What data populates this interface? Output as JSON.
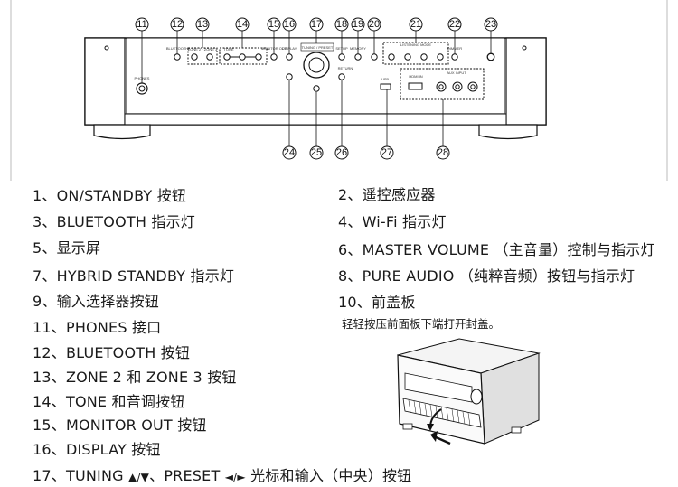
{
  "diagram": {
    "callouts": [
      "11",
      "12",
      "13",
      "14",
      "15",
      "16",
      "17",
      "18",
      "19",
      "20",
      "21",
      "22",
      "23",
      "24",
      "25",
      "26",
      "27",
      "28"
    ],
    "panel_labels": {
      "phones": "PHONES",
      "bluetooth": "BLUETOOTH",
      "zone": "ZONE 2 · ZONE 3",
      "tone": "TONE",
      "monitor_out": "MONITOR OUT",
      "display": "DISPLAY",
      "tuning_preset": "TUNING / PRESET",
      "return": "RETURN",
      "memory": "MEMORY",
      "usb": "USB",
      "hdmi_in": "HDMI IN",
      "aux_input": "AUX INPUT",
      "setup": "SETUP",
      "listening_mode": "LISTENING MODE",
      "dimmer": "DIMMER"
    }
  },
  "items": {
    "item1": {
      "num": "1、",
      "text": "ON/STANDBY 按钮"
    },
    "item2": {
      "num": "2、",
      "text": "遥控感应器"
    },
    "item3": {
      "num": "3、",
      "text": "BLUETOOTH 指示灯"
    },
    "item4": {
      "num": "4、",
      "text": "Wi-Fi 指示灯"
    },
    "item5": {
      "num": "5、",
      "text": "显示屏"
    },
    "item6": {
      "num": "6、",
      "text": "MASTER VOLUME （主音量）控制与指示灯"
    },
    "item7": {
      "num": "7、",
      "text": "HYBRID STANDBY 指示灯"
    },
    "item8": {
      "num": "8、",
      "text": "PURE AUDIO （纯粹音频）按钮与指示灯"
    },
    "item9": {
      "num": "9、",
      "text": "输入选择器按钮"
    },
    "item10": {
      "num": "10、",
      "text": "前盖板"
    },
    "item10_note": "轻轻按压前面板下端打开封盖。",
    "item11": {
      "num": "11、",
      "text": "PHONES 接口"
    },
    "item12": {
      "num": "12、",
      "text": "BLUETOOTH 按钮"
    },
    "item13": {
      "num": "13、",
      "text": "ZONE 2 和 ZONE 3 按钮"
    },
    "item14": {
      "num": "14、",
      "text": "TONE 和音调按钮"
    },
    "item15": {
      "num": "15、",
      "text": "MONITOR OUT 按钮"
    },
    "item16": {
      "num": "16、",
      "text": "DISPLAY 按钮"
    },
    "item17": {
      "num": "17、",
      "text_a": "TUNING",
      "sym_a": "▲/▼",
      "text_b": "、PRESET",
      "sym_b": "◄/►",
      "text_c": "光标和输入（中央）按钮"
    }
  }
}
